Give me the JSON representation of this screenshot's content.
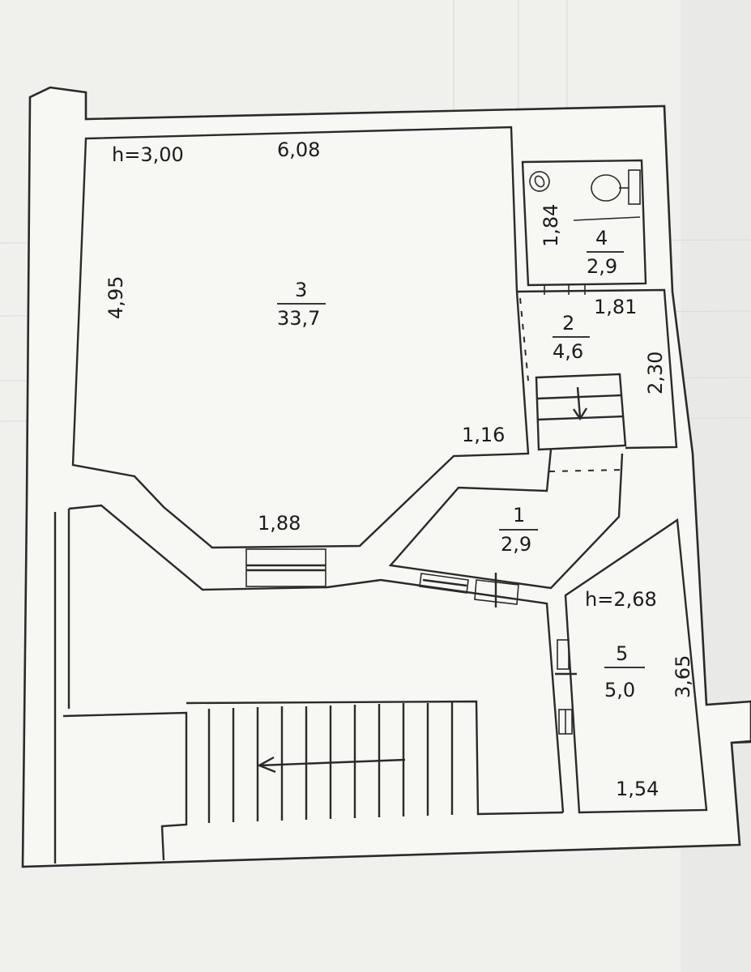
{
  "heights": {
    "main": "h=3,00",
    "room5": "h=2,68"
  },
  "rooms": [
    {
      "number": "3",
      "area": "33,7"
    },
    {
      "number": "4",
      "area": "2,9"
    },
    {
      "number": "2",
      "area": "4,6"
    },
    {
      "number": "1",
      "area": "2,9"
    },
    {
      "number": "5",
      "area": "5,0"
    }
  ],
  "dimensions": {
    "room3_width": "6,08",
    "room3_depth": "4,95",
    "room4_side": "1,84",
    "room2_width": "1,81",
    "room2_depth": "2,30",
    "bevel_short": "1,16",
    "bevel_bottom": "1,88",
    "room5_depth": "3,65",
    "room5_width": "1,54"
  }
}
